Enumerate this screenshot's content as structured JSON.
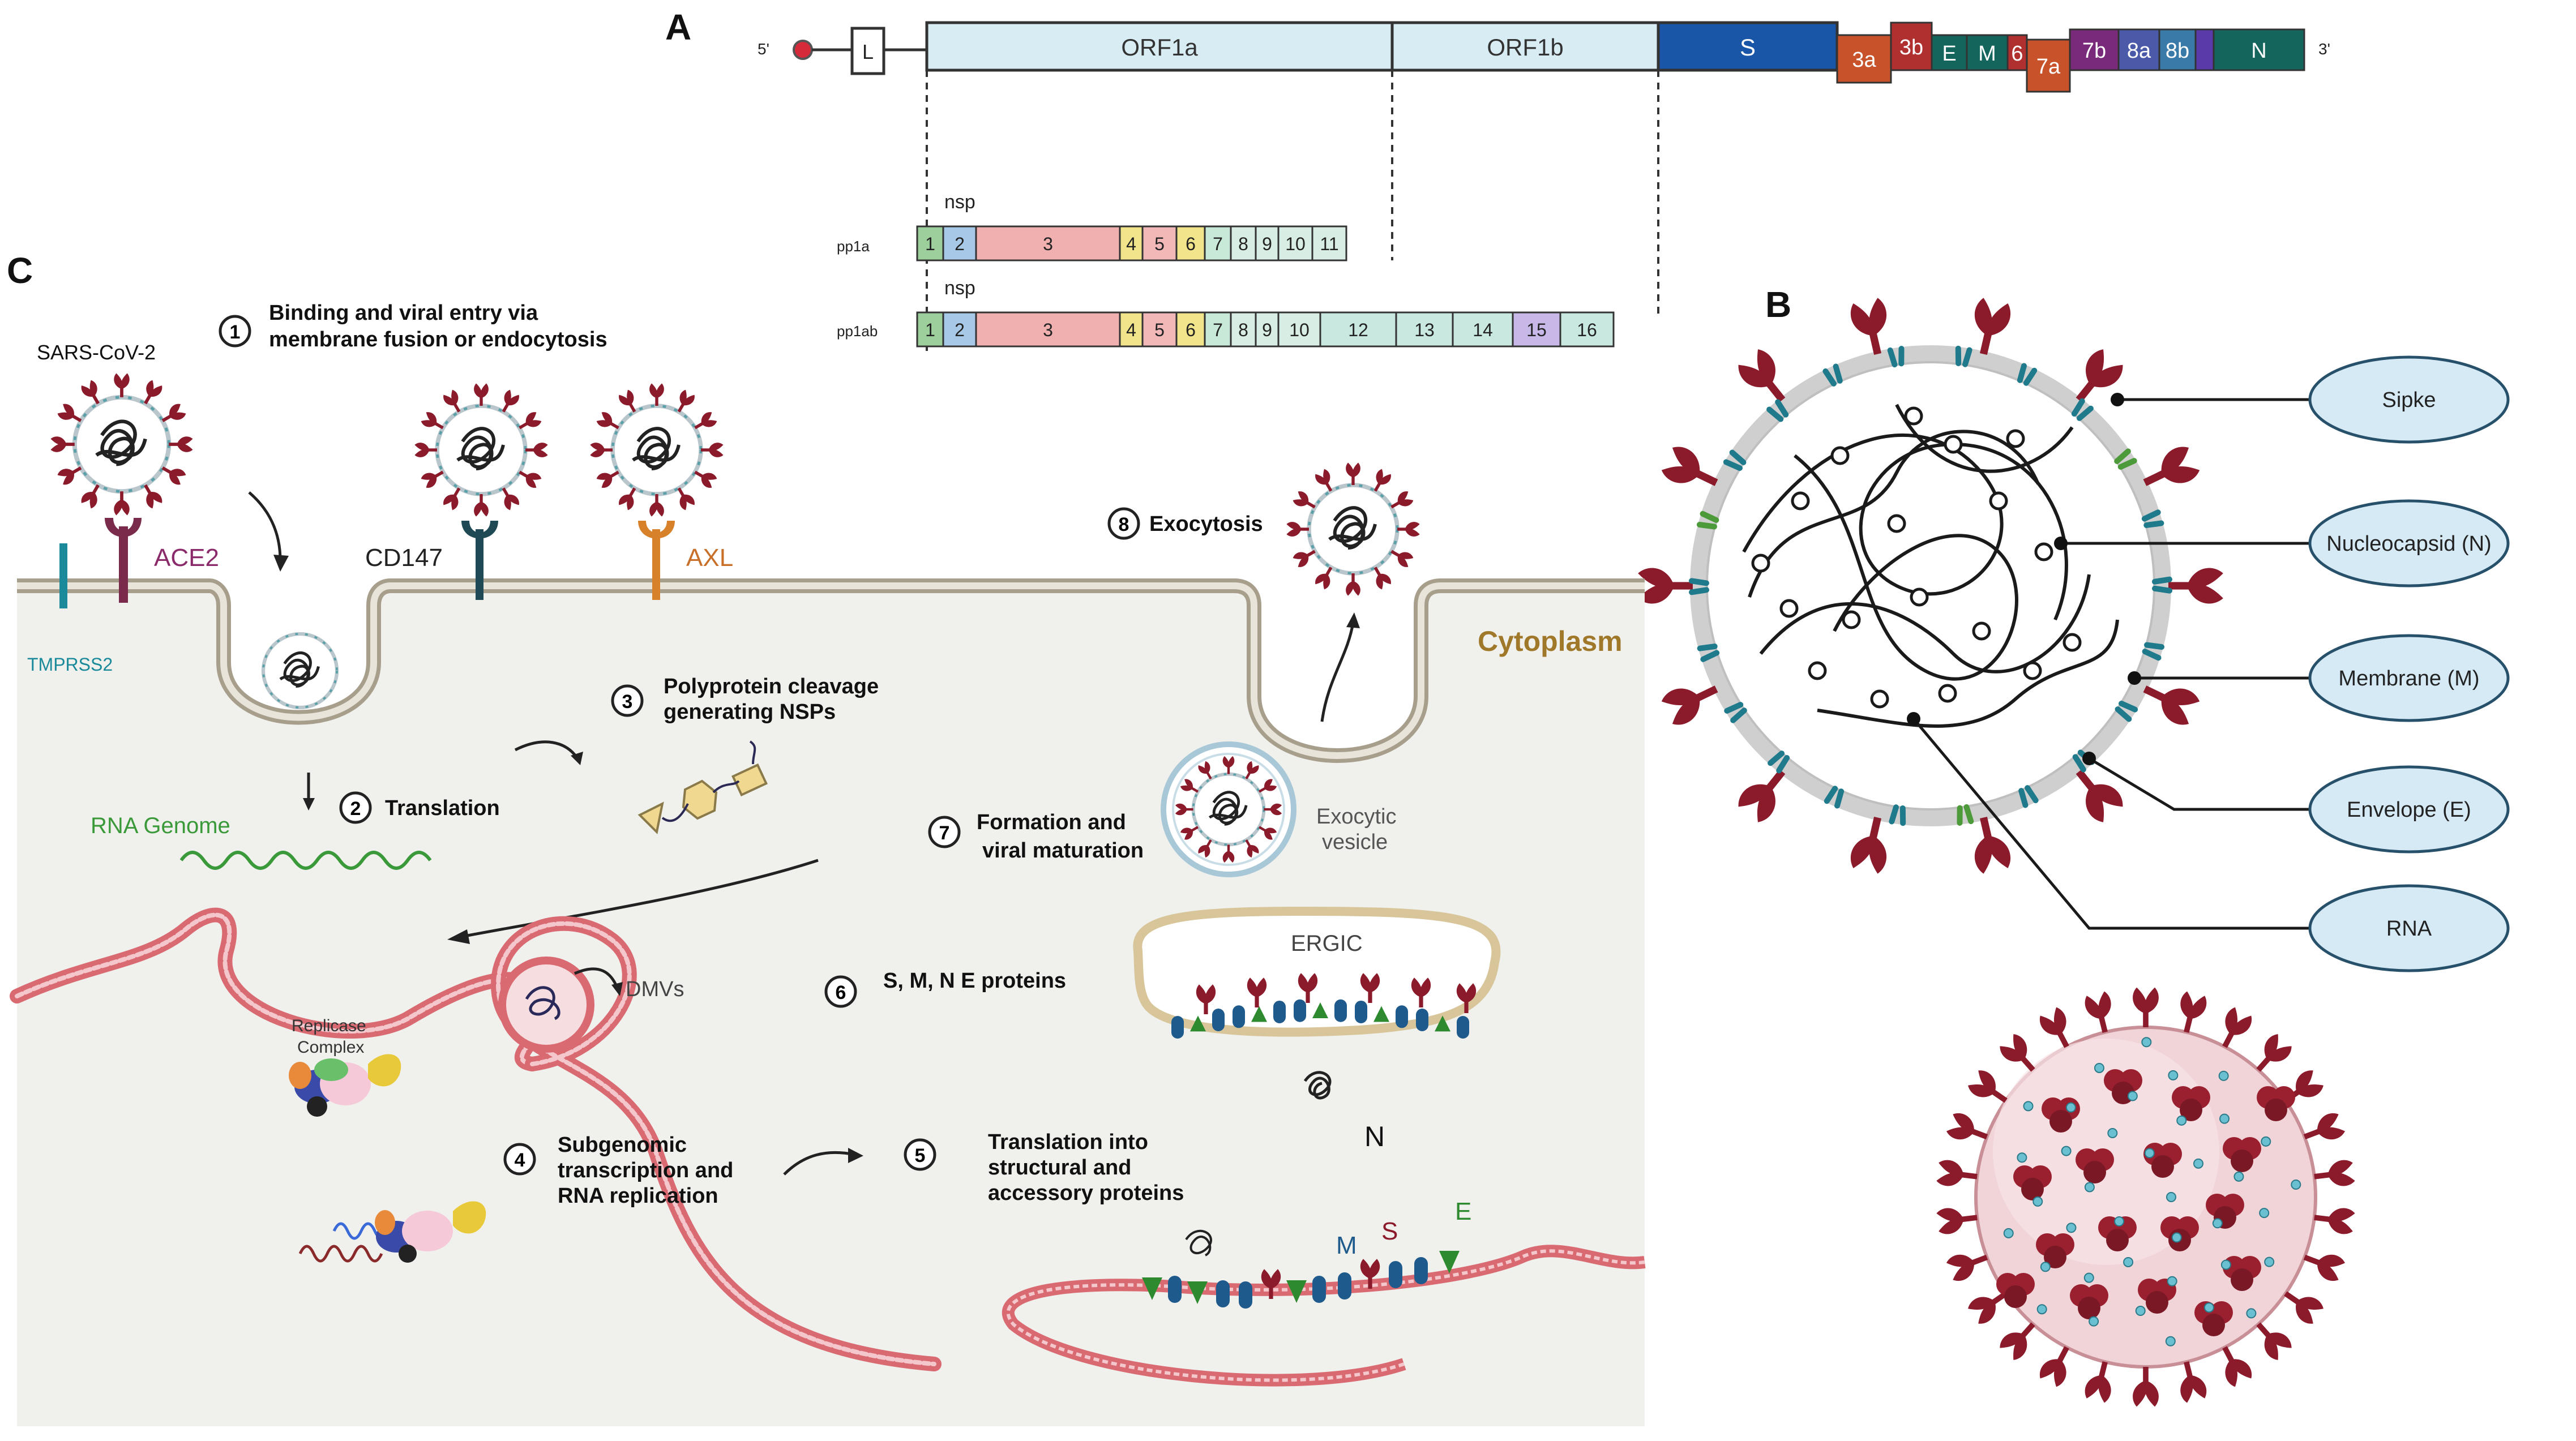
{
  "panels": {
    "a": "A",
    "b": "B",
    "c": "C"
  },
  "genome": {
    "five_prime": "5'",
    "three_prime": "3'",
    "leader": "L",
    "orf1a": "ORF1a",
    "orf1b": "ORF1b",
    "s": "S",
    "accessory": [
      "3a",
      "3b",
      "E",
      "M",
      "6",
      "7a",
      "7b",
      "8a",
      "8b",
      "N"
    ]
  },
  "polyproteins": {
    "nsp_label": "nsp",
    "pp1a_label": "pp1a",
    "pp1ab_label": "pp1ab",
    "pp1a_segments": [
      "1",
      "2",
      "3",
      "4",
      "5",
      "6",
      "7",
      "8",
      "9",
      "10",
      "11"
    ],
    "pp1ab_segments": [
      "1",
      "2",
      "3",
      "4",
      "5",
      "6",
      "7",
      "8",
      "9",
      "10",
      "12",
      "13",
      "14",
      "15",
      "16"
    ]
  },
  "virion": {
    "labels": [
      "Sipke",
      "Nucleocapsid (N)",
      "Membrane (M)",
      "Envelope (E)",
      "RNA"
    ]
  },
  "lifecycle": {
    "sars": "SARS-CoV-2",
    "ace2": "ACE2",
    "cd147": "CD147",
    "axl": "AXL",
    "tmprss2": "TMPRSS2",
    "cytoplasm": "Cytoplasm",
    "rna_genome": "RNA Genome",
    "dmvs": "DMVs",
    "replicase_1": "Replicase",
    "replicase_2": "Complex",
    "ergic": "ERGIC",
    "n_label": "N",
    "m_label": "M",
    "s_label": "S",
    "e_label": "E",
    "exocytic_1": "Exocytic",
    "exocytic_2": "vesicle",
    "steps": {
      "s1_num": "1",
      "s1_line1": "Binding and viral entry via",
      "s1_line2": "membrane fusion or endocytosis",
      "s2_num": "2",
      "s2_line1": "Translation",
      "s3_num": "3",
      "s3_line1": "Polyprotein cleavage",
      "s3_line2": "generating NSPs",
      "s4_num": "4",
      "s4_line1": "Subgenomic",
      "s4_line2": "transcription and",
      "s4_line3": "RNA replication",
      "s5_num": "5",
      "s5_line1": "Translation into",
      "s5_line2": "structural and",
      "s5_line3": "accessory proteins",
      "s6_num": "6",
      "s6_line1": "S, M, N E proteins",
      "s7_num": "7",
      "s7_line1": "Formation and",
      "s7_line2": "viral maturation",
      "s8_num": "8",
      "s8_line1": "Exocytosis"
    }
  },
  "colors": {
    "spike": "#8b1a2b",
    "membrane_protein": "#1f7a8c",
    "envelope_protein": "#4c9a3a",
    "s_gene": "#1a56a8",
    "orf_fill": "#d8ecf4",
    "er": "#d96a72",
    "cytoplasm_bg": "#f0f0ec"
  }
}
